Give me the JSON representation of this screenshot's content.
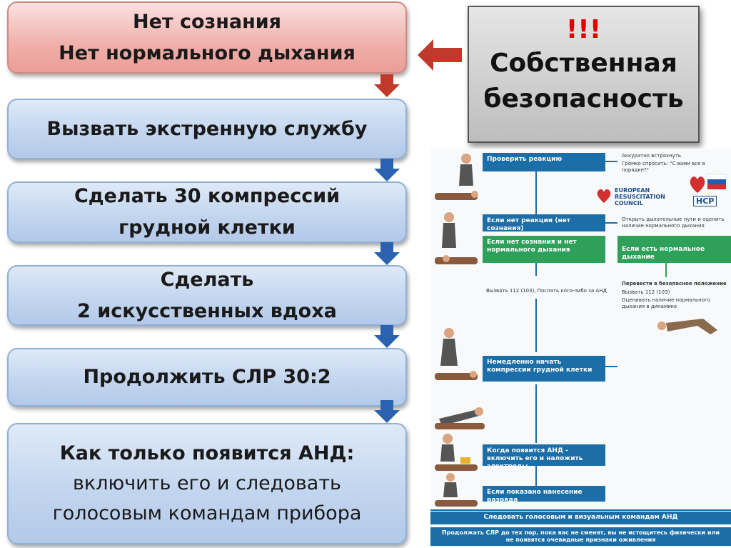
{
  "steps": [
    {
      "line1": "Нет сознания",
      "line2": "Нет нормального дыхания"
    },
    {
      "line1": "Вызвать экстренную службу"
    },
    {
      "line1": "Сделать 30 компрессий",
      "line2": "грудной клетки"
    },
    {
      "line1": "Сделать",
      "line2": "2 искусственных вдоха"
    },
    {
      "line1": "Продолжить СЛР 30:2"
    },
    {
      "line1": "Как только появится АНД:",
      "line2": "включить его и следовать",
      "line3": "голосовым командам прибора"
    }
  ],
  "safety": {
    "mark": "!!!",
    "title_line1": "Собственная",
    "title_line2": "безопасность"
  },
  "algorithm": {
    "boxes": {
      "check": "Проверить реакцию",
      "no_reaction": "Если нет реакции (нет сознания)",
      "no_breath": "Если нет сознания и нет нормального дыхания",
      "normal_breath": "Если есть нормальное дыхание",
      "start_cpr": "Немедленно начать компрессии грудной клетки",
      "aed": "Когда появится АНД - включить его и наложить электроды",
      "shock": "Если показано нанесение разряда",
      "follow": "Следовать голосовым и визуальным командам АНД",
      "continue": "Продолжать СЛР до тех пор, пока вас не сменят, вы не истощитесь физически или не появятся очевидные признаки оживления"
    },
    "notes": {
      "shake": "Аккуратно встряхнуть",
      "ask": "Громко спросить: \"С вами все в порядке?\"",
      "airway": "Открыть дыхательные пути и оценить наличие нормального дыхания",
      "call": "Вызвать 112 (103), Послать кого-либо за АНД",
      "recovery": "Перевести в безопасное положение",
      "call2": "Вызвать 112 (103)",
      "assess": "Оценивать наличие нормального дыхания в динамике"
    },
    "logo": {
      "line1": "EUROPEAN",
      "line2": "RESUSCITATION",
      "line3": "COUNCIL",
      "ncr": "НСР"
    }
  },
  "colors": {
    "arrow_blue": "#2a62b0",
    "arrow_red": "#c0392b",
    "alert": "#e00000"
  }
}
